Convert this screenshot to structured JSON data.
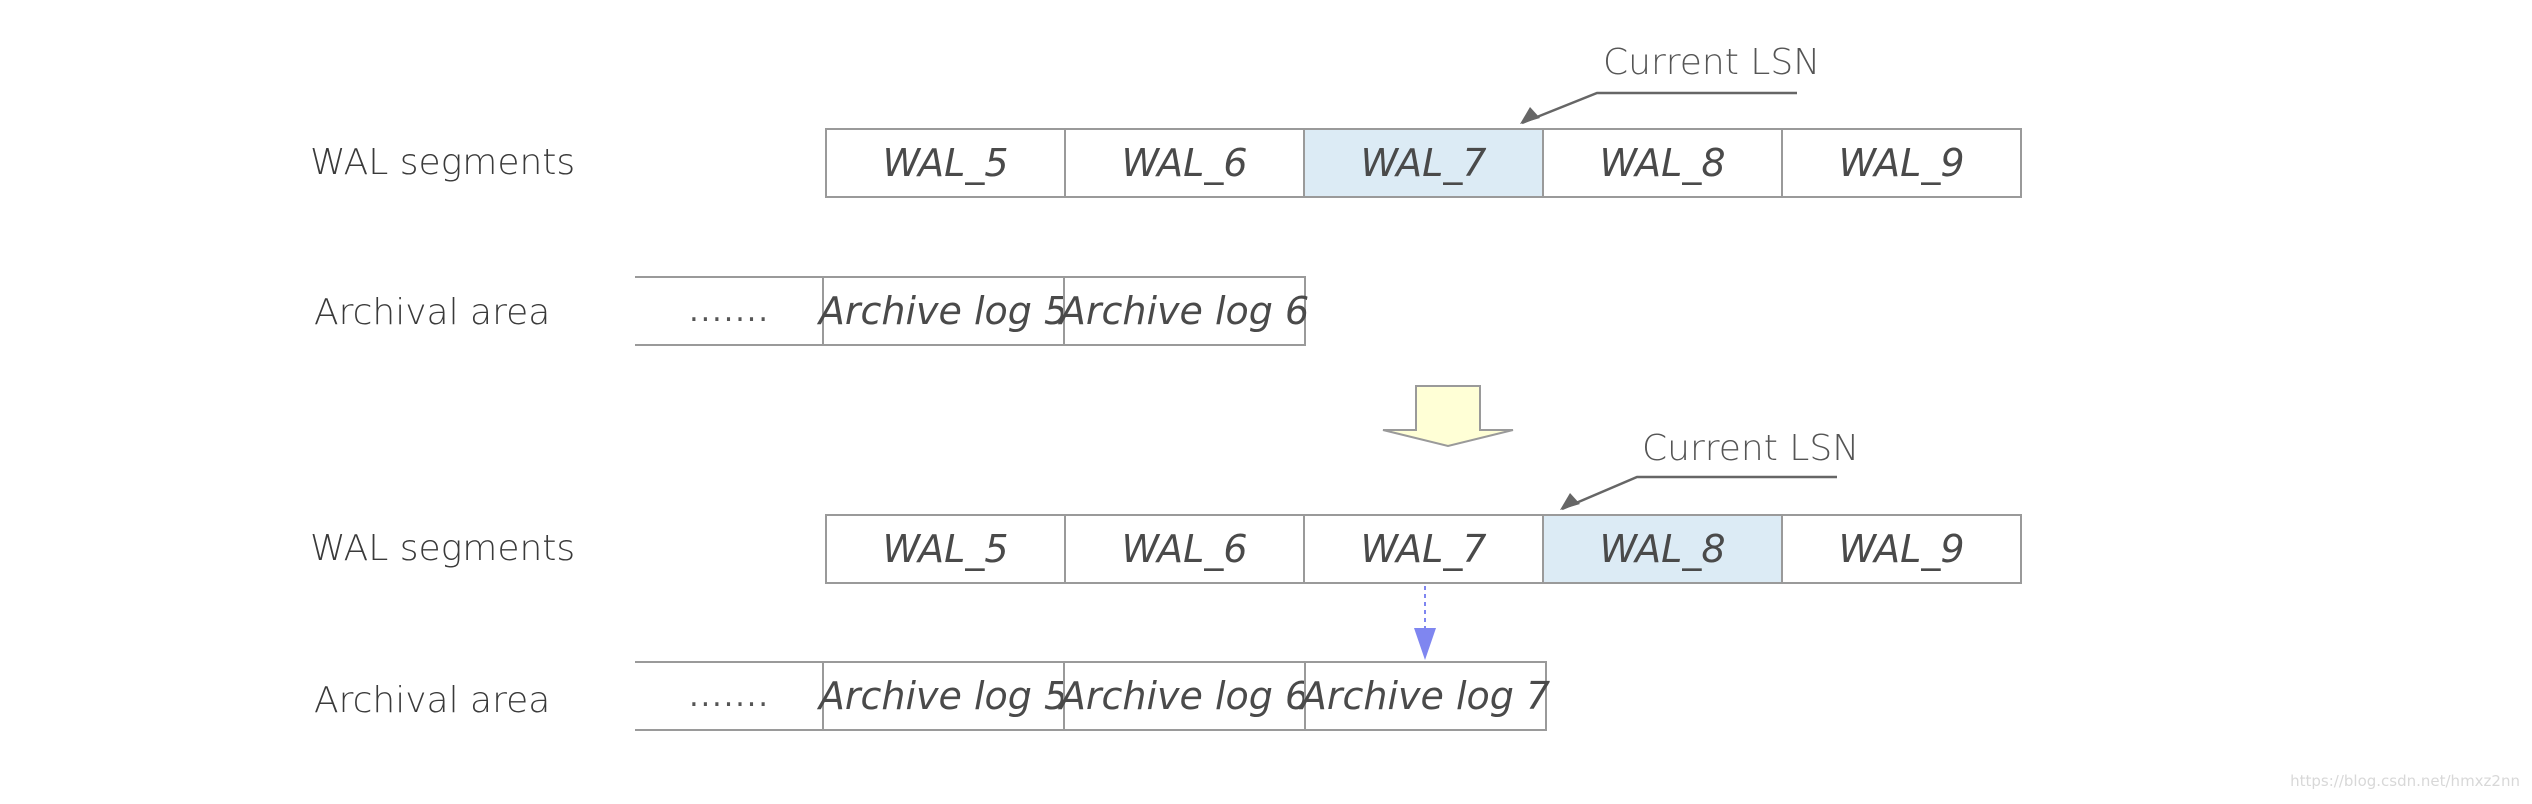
{
  "top": {
    "wal_label": "WAL segments",
    "archive_label": "Archival area",
    "current_lsn_label": "Current LSN",
    "wal_segments": [
      {
        "label": "WAL_5",
        "current": false
      },
      {
        "label": "WAL_6",
        "current": false
      },
      {
        "label": "WAL_7",
        "current": true
      },
      {
        "label": "WAL_8",
        "current": false
      },
      {
        "label": "WAL_9",
        "current": false
      }
    ],
    "archive_dots": ".......",
    "archive_logs": [
      "Archive log 5",
      "Archive log 6"
    ]
  },
  "bottom": {
    "wal_label": "WAL segments",
    "archive_label": "Archival area",
    "current_lsn_label": "Current LSN",
    "wal_segments": [
      {
        "label": "WAL_5",
        "current": false
      },
      {
        "label": "WAL_6",
        "current": false
      },
      {
        "label": "WAL_7",
        "current": false
      },
      {
        "label": "WAL_8",
        "current": true
      },
      {
        "label": "WAL_9",
        "current": false
      }
    ],
    "archive_dots": ".......",
    "archive_logs": [
      "Archive log 5",
      "Archive log 6",
      "Archive log 7"
    ]
  },
  "watermark": "https://blog.csdn.net/hmxz2nn",
  "colors": {
    "current_segment": "#dcebf5",
    "transition_arrow": "#ffffd6",
    "archive_arrow": "#7f86f0",
    "border": "#9a9a9a"
  }
}
